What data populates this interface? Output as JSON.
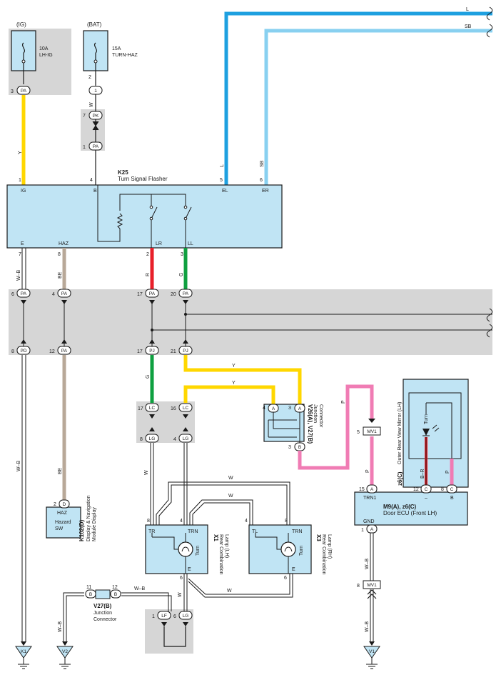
{
  "power": {
    "ig_source": "(IG)",
    "bat_source": "(BAT)",
    "fuse_ig_rating": "10A",
    "fuse_ig_name": "LH-IG",
    "fuse_bat_rating": "15A",
    "fuse_bat_name": "TURN-HAZ"
  },
  "flasher": {
    "code": "K25",
    "name": "Turn Signal Flasher",
    "terminals": {
      "ig": "IG",
      "b": "B",
      "el": "EL",
      "er": "ER",
      "e": "E",
      "haz": "HAZ",
      "lr": "LR",
      "ll": "LL"
    },
    "pins": {
      "ig": "1",
      "b": "4",
      "el": "5",
      "er": "6",
      "e": "7",
      "haz": "8",
      "lr": "2",
      "ll": "3"
    }
  },
  "wire_colors": {
    "L": "L",
    "SB": "SB",
    "Y": "Y",
    "W": "W",
    "WB": "W–B",
    "BE": "BE",
    "R": "R",
    "G": "G",
    "P": "P",
    "BR": "B–R",
    "hex": {
      "L": "#1ea0e0",
      "SB": "#88d0f0",
      "Y": "#ffd700",
      "R": "#e8202a",
      "G": "#0fa040",
      "P": "#f07cb4",
      "BE": "#b8a898",
      "W": "#ffffff",
      "box": "#c0e4f4",
      "grey": "#d6d6d6"
    }
  },
  "connectors": {
    "pa": "PA",
    "pk": "PK",
    "one": "1",
    "pd": "PD",
    "pj": "PJ",
    "lc": "LC",
    "lg": "LG",
    "lf": "LF",
    "a": "A",
    "b": "B",
    "c": "C",
    "d": "D",
    "mv1": "MV1",
    "pins": {
      "ig_pa": "3",
      "bat_fuse": "2",
      "pk": "7",
      "pa_upper": "1",
      "e_pa": "6",
      "haz_pa": "4",
      "lr_pa": "17",
      "ll_pa": "20",
      "e_pd": "8",
      "haz_pa2": "12",
      "lr_pj": "17",
      "ll_pj": "21",
      "lc_left": "17",
      "lc_right": "16",
      "lg_left": "8",
      "lg_right": "4",
      "jc_a1": "4",
      "jc_a2": "3",
      "jc_b": "3",
      "mv1_top": "5",
      "trn1": "15",
      "z6_c12": "12",
      "z6_c8": "8",
      "gnd_a": "1",
      "mv1_bot": "8",
      "haz_d": "2",
      "x1_tr": "8",
      "x1_trn": "4",
      "x3_tl": "4",
      "x3_trn": "8",
      "x1_e": "6",
      "x3_e": "6",
      "lg_bot": "6",
      "lf": "1",
      "v27_b_left": "11",
      "v27_b_right": "12"
    }
  },
  "junction_v26": {
    "code": "V26(A), V27(B)",
    "line1": "Junction",
    "line2": "Connector"
  },
  "ecu": {
    "code": "M9(A), z6(C)",
    "name": "Door ECU (Front LH)",
    "trn1": "TRN1",
    "gnd": "GND",
    "minus": "–",
    "b": "B"
  },
  "mirror": {
    "code": "z6(C)",
    "name": "Outer Rear View Mirror (LH)",
    "lamp": "Turn"
  },
  "display": {
    "code": "K102(D)",
    "line1": "Display & Navigation",
    "line2": "Module Display",
    "switch_label": "HAZ",
    "switch_line1": "Hazard",
    "switch_line2": "SW"
  },
  "lamp_lh": {
    "code": "X1",
    "line1": "Rear Combination",
    "line2": "Lamp (LH)",
    "tr": "TR",
    "trn": "TRN",
    "e": "E",
    "turn": "Turn"
  },
  "lamp_rh": {
    "code": "X3",
    "line1": "Rear Combination",
    "line2": "Lamp (RH)",
    "tl": "TL",
    "trn": "TRN",
    "e": "E",
    "turn": "Turn"
  },
  "junction_v27": {
    "code": "V27(B)",
    "line1": "Junction",
    "line2": "Connector"
  },
  "grounds": {
    "k1": "K1",
    "v2": "V2",
    "v1": "V1"
  }
}
